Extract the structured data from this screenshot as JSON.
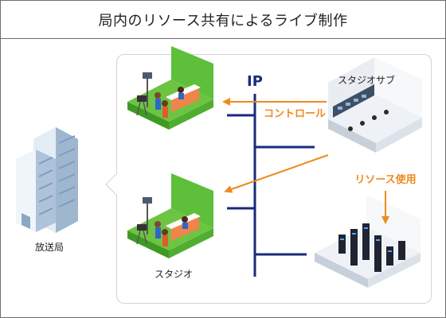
{
  "title": "局内のリソース共有によるライブ制作",
  "labels": {
    "broadcaster": "放送局",
    "studio": "スタジオ",
    "studio_sub": "スタジオサブ",
    "ip": "IP",
    "control": "コントロール",
    "resource_use": "リソース使用"
  },
  "colors": {
    "network_line": "#1a2a7d",
    "arrow": "#ee8a1f",
    "studio_green": "#5dbf3a"
  }
}
